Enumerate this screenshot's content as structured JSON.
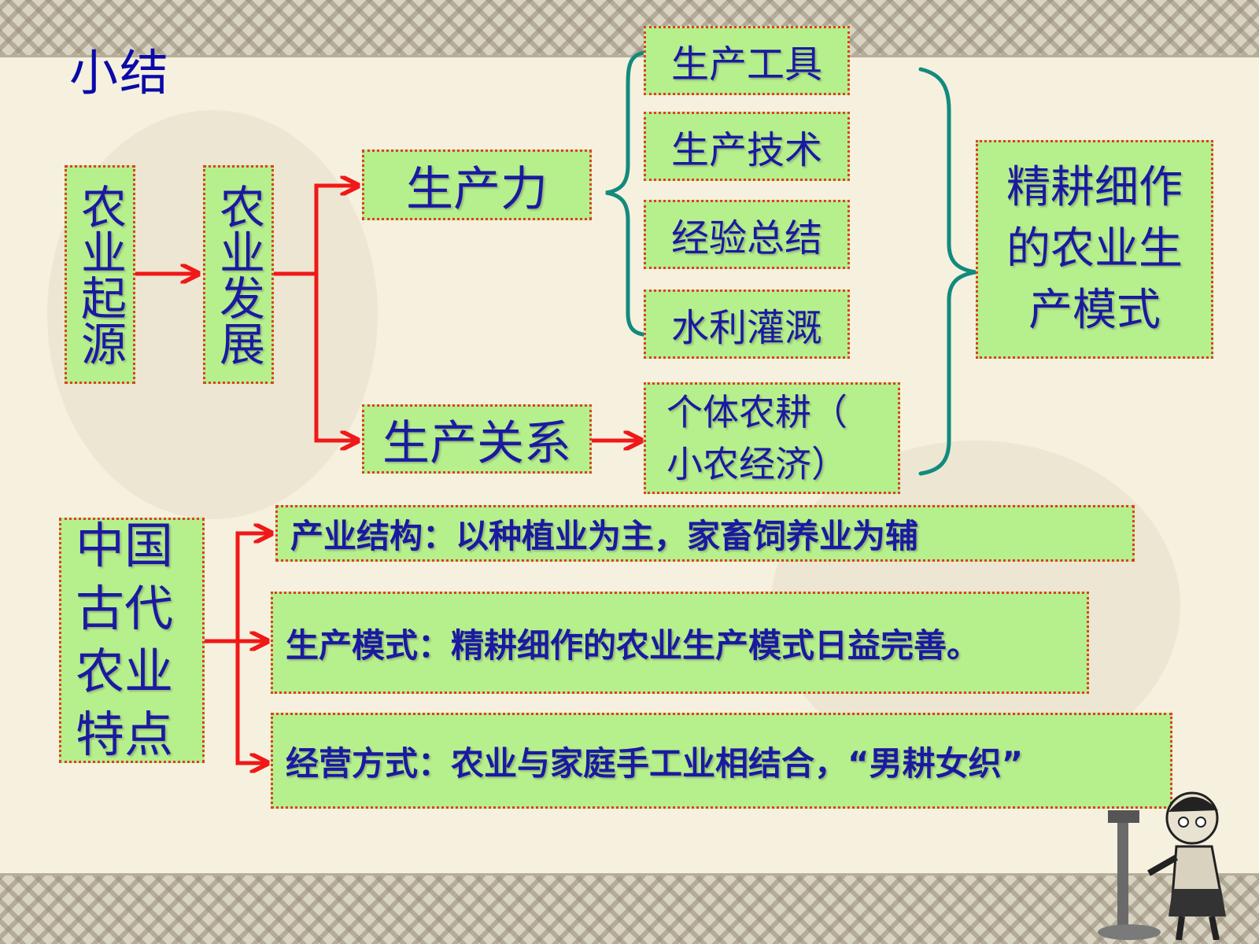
{
  "title": "小结",
  "nodes": {
    "origin": "农业起源",
    "development": "农业发展",
    "productivity": "生产力",
    "relations": "生产关系",
    "tools": "生产工具",
    "technique": "生产技术",
    "experience": "经验总结",
    "irrigation": "水利灌溉",
    "individual_line1": "个体农耕（",
    "individual_line2": "小农经济）",
    "result_line1": "精耕细作",
    "result_line2": "的农业生",
    "result_line3": "产模式"
  },
  "traits": {
    "label_line1": "中国",
    "label_line2": "古代",
    "label_line3": "农业",
    "label_line4": "特点",
    "items": [
      "产业结构：以种植业为主，家畜饲养业为辅",
      "生产模式：精耕细作的农业生产模式日益完善。",
      "经营方式：农业与家庭手工业相结合，“男耕女织”"
    ]
  },
  "colors": {
    "box_fill": "#b6f08c",
    "box_border": "#e23b2c",
    "text": "#1a1aa0",
    "title": "#0a0aa8",
    "arrow": "#f01818",
    "brace": "#138a7e"
  }
}
